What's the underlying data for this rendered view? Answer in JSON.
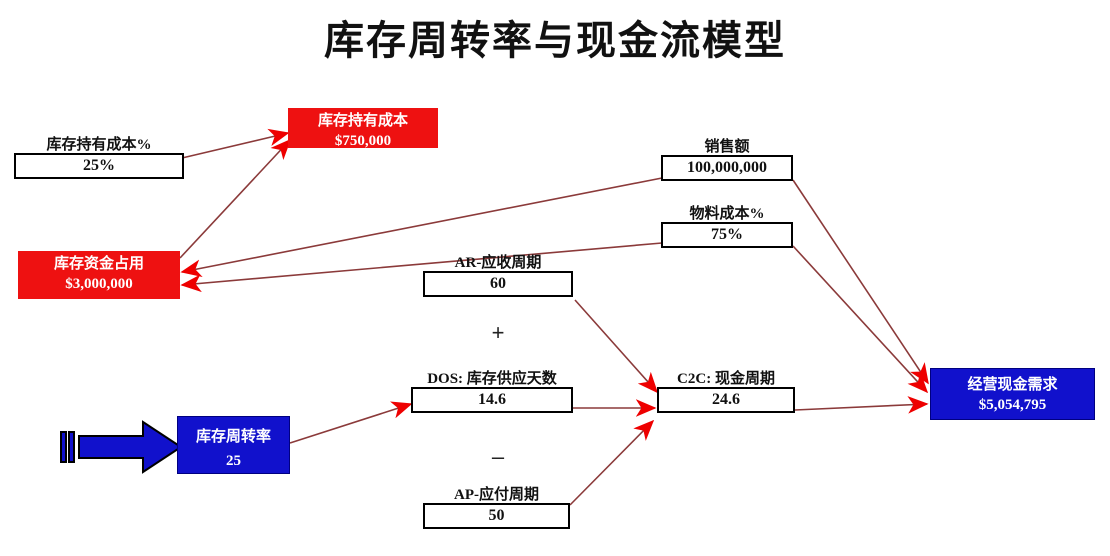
{
  "title": "库存周转率与现金流模型",
  "colors": {
    "red": "#EE1111",
    "blue": "#1111CC",
    "arrow": "#8B3A3A",
    "arrowhead": "#EE0000",
    "box_border": "#000000",
    "text_dark": "#111111"
  },
  "nodes": {
    "carry_cost_pct": {
      "caption": "库存持有成本%",
      "value": "25%"
    },
    "carry_cost": {
      "caption": "库存持有成本",
      "value": "$750,000"
    },
    "inventory_capital": {
      "caption": "库存资金占用",
      "value": "$3,000,000"
    },
    "sales": {
      "caption": "销售额",
      "value": "100,000,000"
    },
    "material_cost_pct": {
      "caption": "物料成本%",
      "value": "75%"
    },
    "ar_days": {
      "caption": "AR-应收周期",
      "value": "60"
    },
    "dos": {
      "caption": "DOS: 库存供应天数",
      "value": "14.6"
    },
    "ap_days": {
      "caption": "AP-应付周期",
      "value": "50"
    },
    "c2c": {
      "caption": "C2C: 现金周期",
      "value": "24.6"
    },
    "operating_cash": {
      "caption": "经营现金需求",
      "value": "$5,054,795"
    },
    "inventory_turns": {
      "caption": "库存周转率",
      "value": "25"
    }
  },
  "operators": {
    "plus": "+",
    "minus": "–"
  },
  "icons": {
    "input_arrow": "thick-right-arrow-icon",
    "flow_arrow": "flow-arrow-icon"
  }
}
